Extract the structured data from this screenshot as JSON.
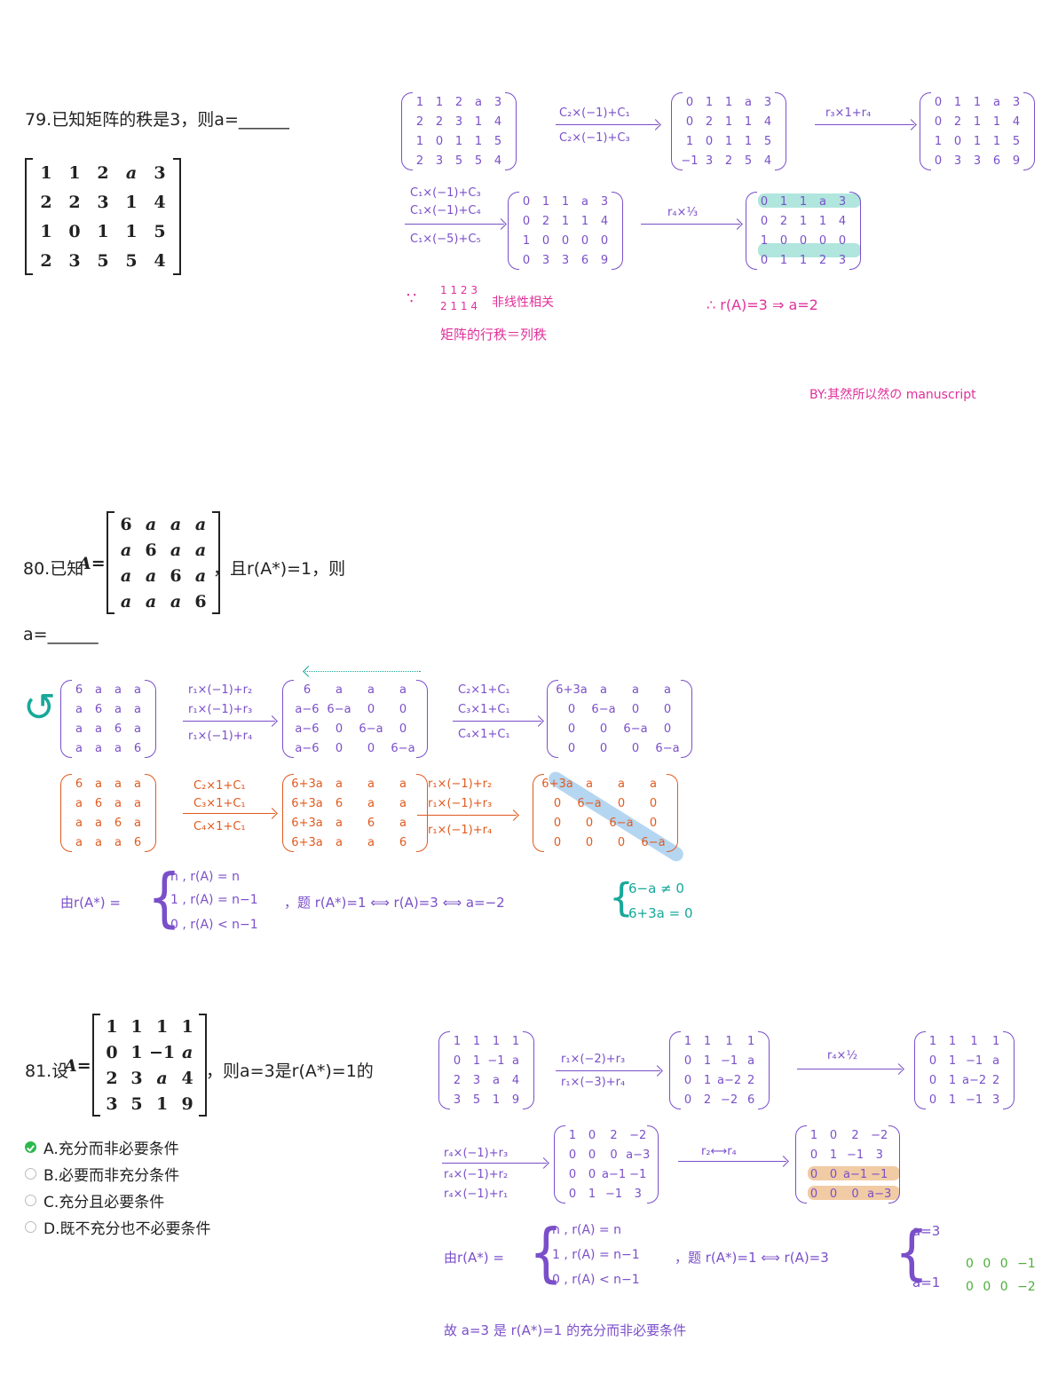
{
  "q79": {
    "question": "79.已知矩阵的秩是3，则a=______",
    "matrix": [
      [
        "1",
        "1",
        "2",
        "a",
        "3"
      ],
      [
        "2",
        "2",
        "3",
        "1",
        "4"
      ],
      [
        "1",
        "0",
        "1",
        "1",
        "5"
      ],
      [
        "2",
        "3",
        "5",
        "5",
        "4"
      ]
    ],
    "hm1": [
      [
        "1",
        "1",
        "2",
        "a",
        "3"
      ],
      [
        "2",
        "2",
        "3",
        "1",
        "4"
      ],
      [
        "1",
        "0",
        "1",
        "1",
        "5"
      ],
      [
        "2",
        "3",
        "5",
        "5",
        "4"
      ]
    ],
    "op1a": "C₂×(−1)+C₁",
    "op1b": "C₂×(−1)+C₃",
    "hm2": [
      [
        "0",
        "1",
        "1",
        "a",
        "3"
      ],
      [
        "0",
        "2",
        "1",
        "1",
        "4"
      ],
      [
        "1",
        "0",
        "1",
        "1",
        "5"
      ],
      [
        "−1",
        "3",
        "2",
        "5",
        "4"
      ]
    ],
    "op2": "r₃×1+r₄",
    "hm3": [
      [
        "0",
        "1",
        "1",
        "a",
        "3"
      ],
      [
        "0",
        "2",
        "1",
        "1",
        "4"
      ],
      [
        "1",
        "0",
        "1",
        "1",
        "5"
      ],
      [
        "0",
        "3",
        "3",
        "6",
        "9"
      ]
    ],
    "op3a": "C₁×(−1)+C₃",
    "op3b": "C₁×(−1)+C₄",
    "op3c": "C₁×(−5)+C₅",
    "hm4": [
      [
        "0",
        "1",
        "1",
        "a",
        "3"
      ],
      [
        "0",
        "2",
        "1",
        "1",
        "4"
      ],
      [
        "1",
        "0",
        "0",
        "0",
        "0"
      ],
      [
        "0",
        "3",
        "3",
        "6",
        "9"
      ]
    ],
    "op4": "r₄×⅓",
    "hm5": [
      [
        "0",
        "1",
        "1",
        "a",
        "3"
      ],
      [
        "0",
        "2",
        "1",
        "1",
        "4"
      ],
      [
        "1",
        "0",
        "0",
        "0",
        "0"
      ],
      [
        "0",
        "1",
        "1",
        "2",
        "3"
      ]
    ],
    "since": "∵",
    "vec_top": "1 1 2 3",
    "vec_bot": "2 1 1 4",
    "note1": "非线性相关",
    "note2": "矩阵的行秩＝列秩",
    "conclusion": "∴ r(A)=3 ⇒ a=2",
    "credit": "BY:其然所以然の manuscript"
  },
  "q80": {
    "question_prefix": "80.已知",
    "A_label": "A",
    "question_suffix": "，且r(A*)=1，则",
    "answer_line": "a=______",
    "matrix": [
      [
        "6",
        "a",
        "a",
        "a"
      ],
      [
        "a",
        "6",
        "a",
        "a"
      ],
      [
        "a",
        "a",
        "6",
        "a"
      ],
      [
        "a",
        "a",
        "a",
        "6"
      ]
    ],
    "hm1": [
      [
        "6",
        "a",
        "a",
        "a"
      ],
      [
        "a",
        "6",
        "a",
        "a"
      ],
      [
        "a",
        "a",
        "6",
        "a"
      ],
      [
        "a",
        "a",
        "a",
        "6"
      ]
    ],
    "op1a": "r₁×(−1)+r₂",
    "op1b": "r₁×(−1)+r₃",
    "op1c": "r₁×(−1)+r₄",
    "hm2": [
      [
        "6",
        "a",
        "a",
        "a"
      ],
      [
        "a−6",
        "6−a",
        "0",
        "0"
      ],
      [
        "a−6",
        "0",
        "6−a",
        "0"
      ],
      [
        "a−6",
        "0",
        "0",
        "6−a"
      ]
    ],
    "op2a": "C₂×1+C₁",
    "op2b": "C₃×1+C₁",
    "op2c": "C₄×1+C₁",
    "hm3": [
      [
        "6+3a",
        "a",
        "a",
        "a"
      ],
      [
        "0",
        "6−a",
        "0",
        "0"
      ],
      [
        "0",
        "0",
        "6−a",
        "0"
      ],
      [
        "0",
        "0",
        "0",
        "6−a"
      ]
    ],
    "hm4": [
      [
        "6",
        "a",
        "a",
        "a"
      ],
      [
        "a",
        "6",
        "a",
        "a"
      ],
      [
        "a",
        "a",
        "6",
        "a"
      ],
      [
        "a",
        "a",
        "a",
        "6"
      ]
    ],
    "op4a": "C₂×1+C₁",
    "op4b": "C₃×1+C₁",
    "op4c": "C₄×1+C₁",
    "hm5": [
      [
        "6+3a",
        "a",
        "a",
        "a"
      ],
      [
        "6+3a",
        "6",
        "a",
        "a"
      ],
      [
        "6+3a",
        "a",
        "6",
        "a"
      ],
      [
        "6+3a",
        "a",
        "a",
        "6"
      ]
    ],
    "op5a": "r₁×(−1)+r₂",
    "op5b": "r₁×(−1)+r₃",
    "op5c": "r₁×(−1)+r₄",
    "hm6": [
      [
        "6+3a",
        "a",
        "a",
        "a"
      ],
      [
        "0",
        "6−a",
        "0",
        "0"
      ],
      [
        "0",
        "0",
        "6−a",
        "0"
      ],
      [
        "0",
        "0",
        "0",
        "6−a"
      ]
    ],
    "by_rule": "由r(A*) =",
    "case1": "n ,  r(A) = n",
    "case2": "1 ,  r(A) = n−1",
    "case3": "0 ,  r(A) < n−1",
    "chain": "，题 r(A*)=1 ⟺ r(A)=3 ⟺ a=−2",
    "cond1": "6−a ≠ 0",
    "cond2": "6+3a = 0"
  },
  "q81": {
    "question_prefix": "81.设",
    "A_label": "A",
    "question_suffix": "，则a=3是r(A*)=1的",
    "matrix": [
      [
        "1",
        "1",
        "1",
        "1"
      ],
      [
        "0",
        "1",
        "−1",
        "a"
      ],
      [
        "2",
        "3",
        "a",
        "4"
      ],
      [
        "3",
        "5",
        "1",
        "9"
      ]
    ],
    "options": [
      {
        "label": "A.充分而非必要条件",
        "checked": true
      },
      {
        "label": "B.必要而非充分条件",
        "checked": false
      },
      {
        "label": "C.充分且必要条件",
        "checked": false
      },
      {
        "label": "D.既不充分也不必要条件",
        "checked": false
      }
    ],
    "hm1": [
      [
        "1",
        "1",
        "1",
        "1"
      ],
      [
        "0",
        "1",
        "−1",
        "a"
      ],
      [
        "2",
        "3",
        "a",
        "4"
      ],
      [
        "3",
        "5",
        "1",
        "9"
      ]
    ],
    "op1a": "r₁×(−2)+r₃",
    "op1b": "r₁×(−3)+r₄",
    "hm2": [
      [
        "1",
        "1",
        "1",
        "1"
      ],
      [
        "0",
        "1",
        "−1",
        "a"
      ],
      [
        "0",
        "1",
        "a−2",
        "2"
      ],
      [
        "0",
        "2",
        "−2",
        "6"
      ]
    ],
    "op2": "r₄×½",
    "hm3": [
      [
        "1",
        "1",
        "1",
        "1"
      ],
      [
        "0",
        "1",
        "−1",
        "a"
      ],
      [
        "0",
        "1",
        "a−2",
        "2"
      ],
      [
        "0",
        "1",
        "−1",
        "3"
      ]
    ],
    "op3a": "r₄×(−1)+r₃",
    "op3b": "r₄×(−1)+r₂",
    "op3c": "r₄×(−1)+r₁",
    "hm4": [
      [
        "1",
        "0",
        "2",
        "−2"
      ],
      [
        "0",
        "0",
        "0",
        "a−3"
      ],
      [
        "0",
        "0",
        "a−1",
        "−1"
      ],
      [
        "0",
        "1",
        "−1",
        "3"
      ]
    ],
    "op4": "r₂⟷r₄",
    "hm5": [
      [
        "1",
        "0",
        "2",
        "−2"
      ],
      [
        "0",
        "1",
        "−1",
        "3"
      ],
      [
        "0",
        "0",
        "a−1",
        "−1"
      ],
      [
        "0",
        "0",
        "0",
        "a−3"
      ]
    ],
    "by_rule": "由r(A*) =",
    "case1": "n ,  r(A) = n",
    "case2": "1 ,  r(A) = n−1",
    "case3": "0 ,  r(A) < n−1",
    "chain": "，题 r(A*)=1 ⟺ r(A)=3",
    "a3": "a=3",
    "a1": "a=1",
    "g1": "0 0 0 −1",
    "g2": "0 0 0 −2",
    "final": "故 a=3 是 r(A*)=1 的充分而非必要条件"
  }
}
